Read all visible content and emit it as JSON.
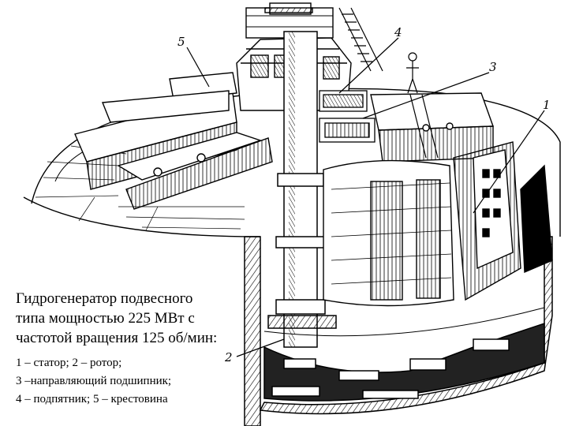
{
  "callouts": [
    {
      "id": "1",
      "number": "1"
    },
    {
      "id": "2",
      "number": "2"
    },
    {
      "id": "3",
      "number": "3"
    },
    {
      "id": "4",
      "number": "4"
    },
    {
      "id": "5",
      "number": "5"
    }
  ],
  "caption": {
    "title_lines": [
      "Гидрогенератор подвесного",
      "типа мощностью 225 МВт с",
      "частотой вращения 125 об/мин:"
    ],
    "legend": [
      {
        "text": "1 – статор; 2 – ротор;"
      },
      {
        "text": "3 –направляющий подшипник;"
      },
      {
        "text": "4 – подпятник; 5 – крестовина"
      }
    ]
  }
}
